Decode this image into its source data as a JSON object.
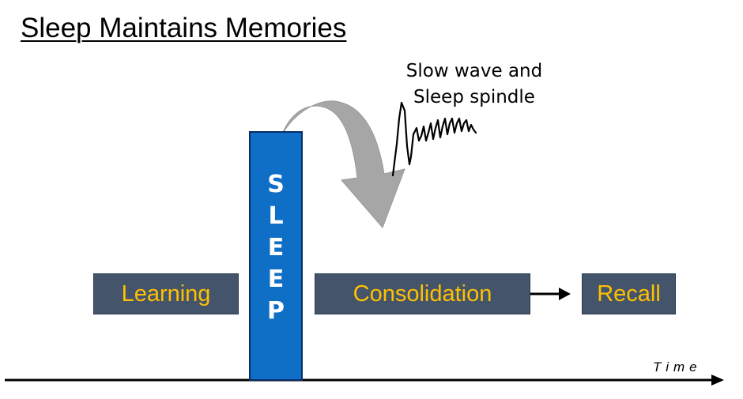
{
  "title": "Sleep Maintains Memories",
  "annotation": {
    "line1": "Slow wave and",
    "line2": "Sleep spindle"
  },
  "stages": {
    "learning": "Learning",
    "sleep_letters": [
      "S",
      "L",
      "E",
      "E",
      "P"
    ],
    "consolidation": "Consolidation",
    "recall": "Recall"
  },
  "axis": {
    "label": "Time"
  },
  "colors": {
    "box_fill": "#44546a",
    "box_text": "#ffc000",
    "sleep_fill": "#0f6fc6",
    "arrow_gray": "#a6a6a6"
  }
}
